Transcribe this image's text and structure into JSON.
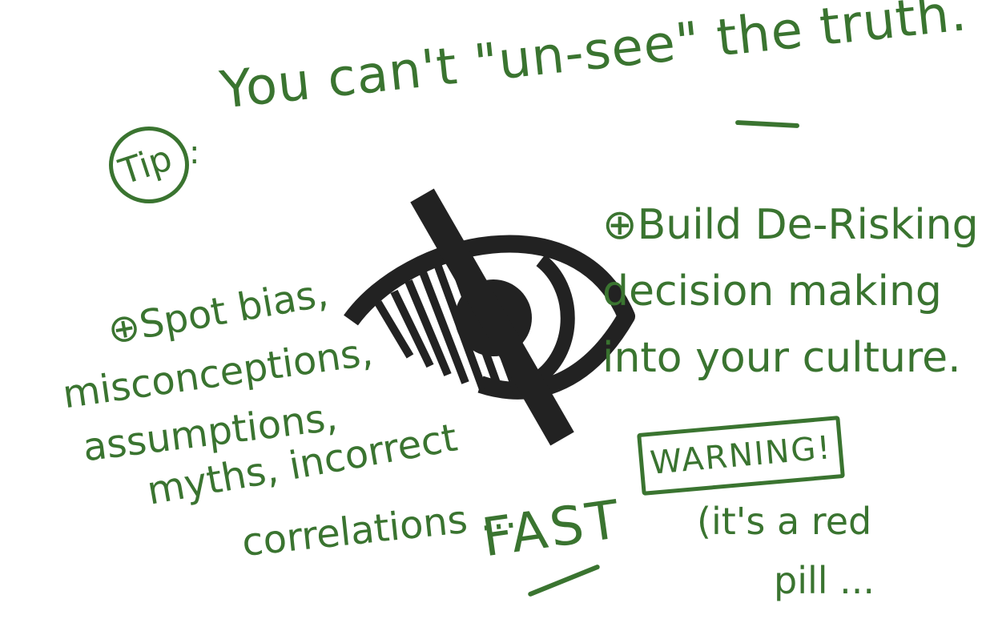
{
  "tip": {
    "badge": "Tip",
    "colon": ":",
    "text": "You can't \"un-see\" the truth."
  },
  "build_note": {
    "lines": [
      "⊕Build De-Risking",
      "decision making",
      "into your culture."
    ]
  },
  "spot_note": {
    "lines": [
      "⊕Spot bias,",
      "misconceptions,",
      "assumptions,",
      "myths, incorrect",
      "correlations ..."
    ]
  },
  "fast_note": {
    "text": "FAST"
  },
  "warning": {
    "label": "WARNING!",
    "lines": [
      "(it's a red",
      "pill ..."
    ]
  },
  "icon": {
    "name": "low-vision-eye-icon",
    "color": "#222222"
  },
  "colors": {
    "ink_green": "#3a7430",
    "icon_black": "#222222",
    "background": "#ffffff"
  }
}
